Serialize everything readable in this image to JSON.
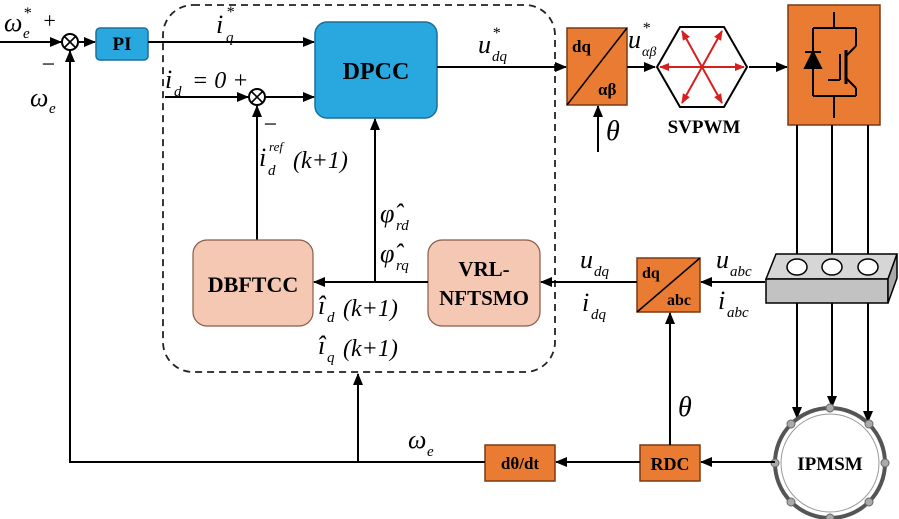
{
  "colors": {
    "blue_block": "#29a8e0",
    "salmon_block": "#f5c8b4",
    "orange_block": "#e97b33",
    "terminal_gray": "#c9c9c9",
    "svpwm_arrows": "#d62020"
  },
  "blocks": {
    "pi": "PI",
    "dpcc": "DPCC",
    "dbftcc": "DBFTCC",
    "vrl_line1": "VRL-",
    "vrl_line2": "NFTSMO",
    "dq_ab_top": "dq",
    "dq_ab_bottom": "αβ",
    "dq_abc_top": "dq",
    "dq_abc_bottom": "abc",
    "svpwm": "SVPWM",
    "rdc": "RDC",
    "ddt": "dθ/dt",
    "ipmsm": "IPMSM"
  },
  "signals": {
    "omega_ref": {
      "base": "ω",
      "sup": "*",
      "sub": "e",
      "sign": "+"
    },
    "sum1_minus": "−",
    "omega_fb": {
      "base": "ω",
      "sub": "e"
    },
    "iq_ref": {
      "base": "i",
      "sup": "*",
      "sub": "q"
    },
    "id_zero": {
      "base": "i",
      "sub": "d",
      "rest": "= 0 +"
    },
    "sum2_minus": "−",
    "id_ref_next": {
      "base": "i",
      "sup": "ref",
      "sub": "d",
      "rest": "(k+1)"
    },
    "phi_rd": {
      "base": "φ̂",
      "sub": "rd"
    },
    "phi_rq": {
      "base": "φ̂",
      "sub": "rq"
    },
    "id_hat": {
      "base": "î",
      "sub": "d",
      "rest": "(k+1)"
    },
    "iq_hat": {
      "base": "î",
      "sub": "q",
      "rest": "(k+1)"
    },
    "udq_ref": {
      "base": "u",
      "sup": "*",
      "sub": "dq"
    },
    "uab_ref": {
      "base": "u",
      "sup": "*",
      "sub": "αβ"
    },
    "theta_park": "θ",
    "theta_rdc": "θ",
    "udq": {
      "base": "u",
      "sub": "dq"
    },
    "idq": {
      "base": "i",
      "sub": "dq"
    },
    "uabc": {
      "base": "u",
      "sub": "abc"
    },
    "iabc": {
      "base": "i",
      "sub": "abc"
    },
    "omega_e": {
      "base": "ω",
      "sub": "e"
    }
  }
}
